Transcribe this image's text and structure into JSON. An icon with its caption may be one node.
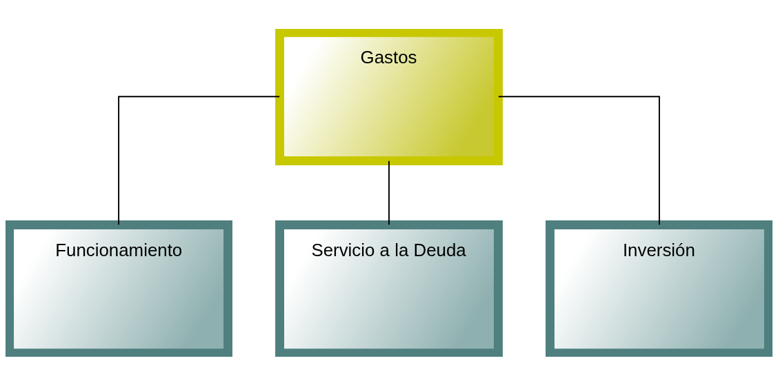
{
  "diagram": {
    "nodes": [
      {
        "text": [
          "Gastos"
        ]
      },
      {
        "text": [
          "Funcionamiento"
        ]
      },
      {
        "text": [
          "Servicio a la Deuda"
        ]
      },
      {
        "text": [
          "Inversión"
        ]
      }
    ],
    "edges": [
      {
        "from": 0,
        "to": 1,
        "arrow": "none"
      },
      {
        "from": 0,
        "to": 2,
        "arrow": "none"
      },
      {
        "from": 0,
        "to": 3,
        "arrow": "none"
      }
    ]
  }
}
